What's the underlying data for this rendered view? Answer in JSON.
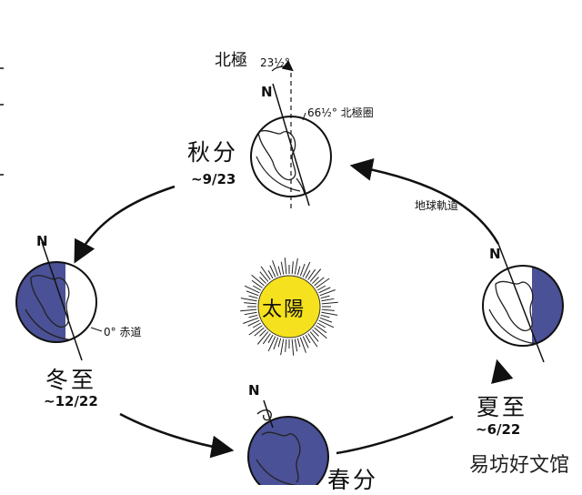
{
  "sun": {
    "label": "太陽",
    "color": "#f5e11d"
  },
  "orbit_label": "地球軌道",
  "north_pole": {
    "label": "北極",
    "tilt": "23½°"
  },
  "arctic_circle": "66½° 北極圈",
  "equator": "0° 赤道",
  "north_marker": "N",
  "seasons": [
    {
      "name": "秋分",
      "date": "~9/23"
    },
    {
      "name": "冬至",
      "date": "~12/22"
    },
    {
      "name": "夏至",
      "date": "~6/22"
    },
    {
      "name": "春分",
      "date": ""
    }
  ],
  "watermark": "易坊好文馆",
  "colors": {
    "night_shade": "#4a5196",
    "land_outline": "#222222"
  }
}
